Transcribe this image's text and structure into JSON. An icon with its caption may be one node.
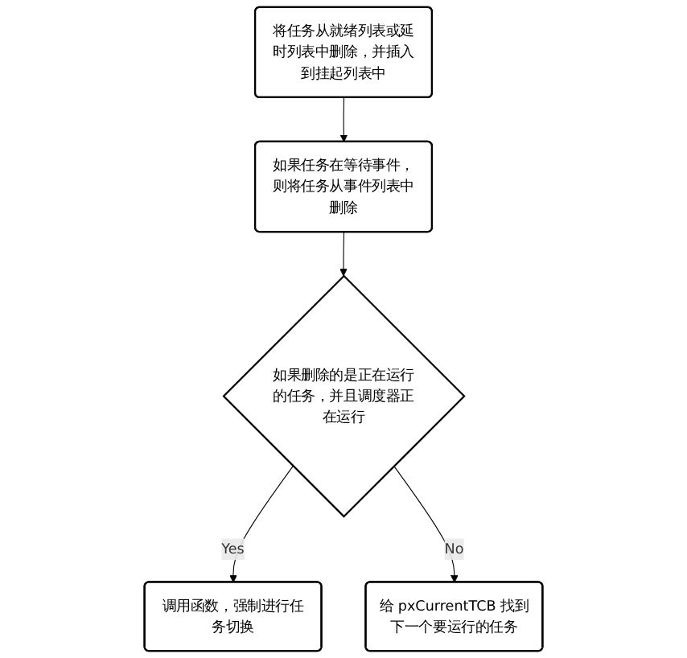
{
  "diagram": {
    "nodes": [
      {
        "text": [
          "将任务从就绪列表或延时列表中删除，并插入到挂起列表中"
        ]
      },
      {
        "text": [
          "如果任务在等待事件，则将任务从事件列表中删除"
        ]
      },
      {
        "text": [
          "如果删除的是正在运行的任务，并且调度器正在运行"
        ]
      },
      {
        "text": [
          "调用函数，强制进行任务切换"
        ]
      },
      {
        "text": [
          "给 pxCurrentTCB 找到下一个要运行的任务"
        ]
      }
    ],
    "edges": [
      {
        "from": 0,
        "to": 1,
        "arrow": "to"
      },
      {
        "from": 1,
        "to": 2,
        "arrow": "to"
      },
      {
        "from": 2,
        "to": 3,
        "arrow": "to",
        "label": "Yes"
      },
      {
        "from": 2,
        "to": 4,
        "arrow": "to",
        "label": "No"
      }
    ]
  }
}
